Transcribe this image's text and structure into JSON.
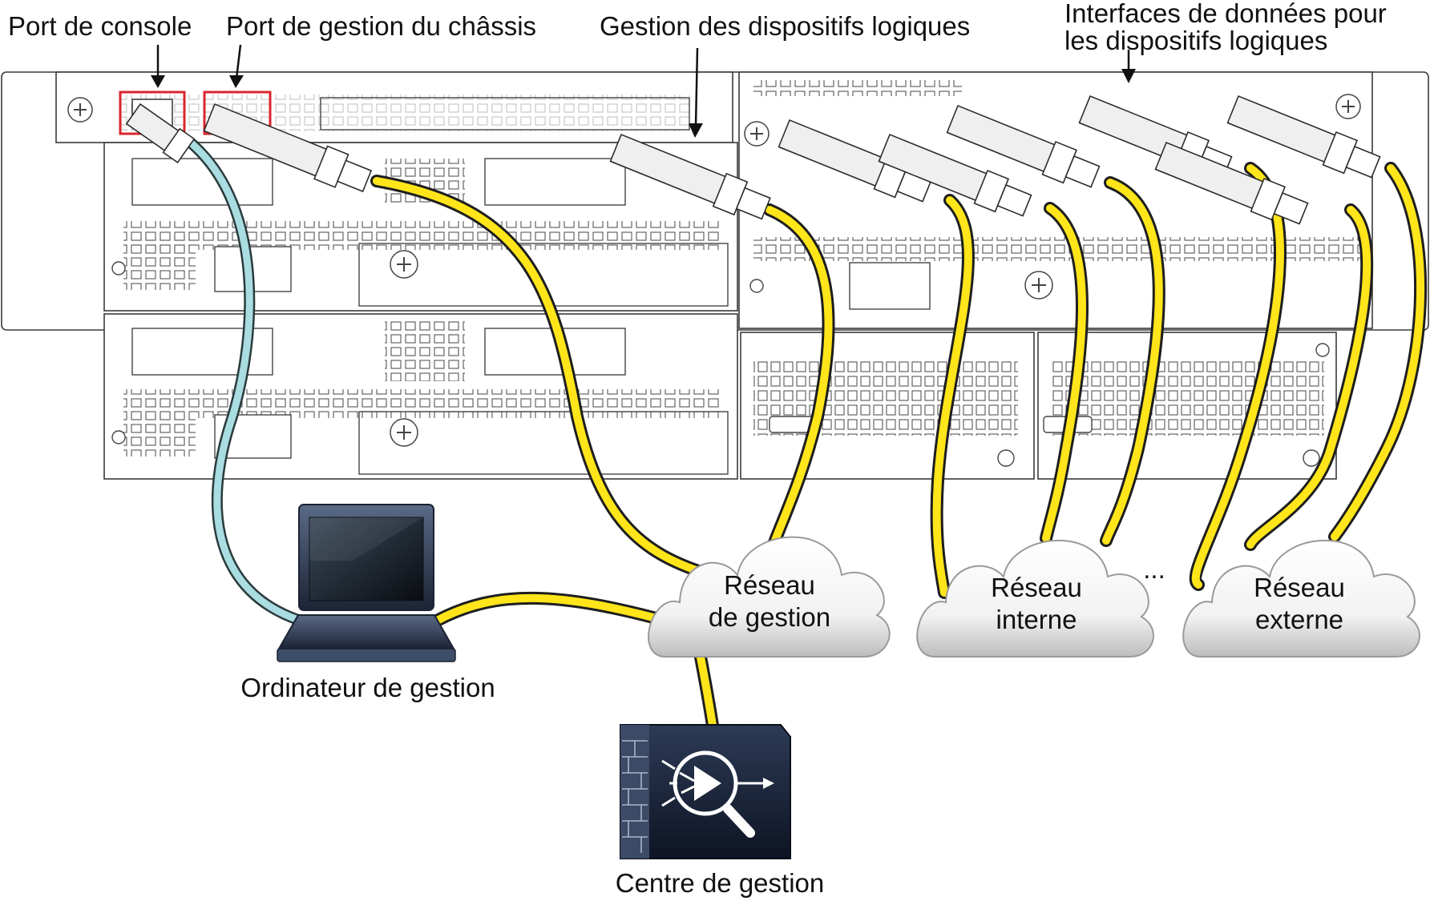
{
  "callouts": {
    "console_port": "Port de console",
    "chassis_mgmt_port": "Port de gestion du châssis",
    "logical_device_mgmt": "Gestion des dispositifs logiques",
    "data_interfaces_line1": "Interfaces de données pour",
    "data_interfaces_line2": "les dispositifs logiques"
  },
  "clouds": {
    "management": {
      "line1": "Réseau",
      "line2": "de gestion"
    },
    "internal": {
      "line1": "Réseau",
      "line2": "interne"
    },
    "external": {
      "line1": "Réseau",
      "line2": "externe"
    },
    "ellipsis": "..."
  },
  "devices": {
    "laptop_label": "Ordinateur de gestion",
    "center_label": "Centre de gestion"
  },
  "colors": {
    "data_cable": "#ffe51a",
    "console_cable": "#a9dde2",
    "highlight_box": "#d9262c"
  }
}
